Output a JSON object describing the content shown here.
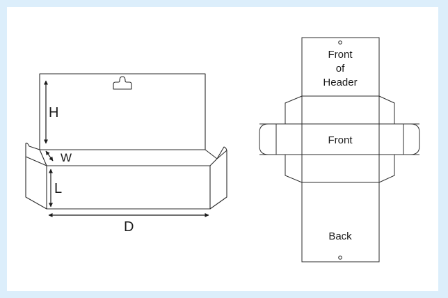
{
  "colors": {
    "page_background": "#dceefb",
    "panel_background": "#ffffff",
    "line": "#2b2b2b"
  },
  "box_diagram": {
    "dimension_labels": {
      "height": "H",
      "width": "W",
      "length": "L",
      "depth": "D"
    }
  },
  "dieline_diagram": {
    "panel_labels": {
      "front_of_header_line1": "Front",
      "front_of_header_line2": "of",
      "front_of_header_line3": "Header",
      "front": "Front",
      "back": "Back"
    }
  }
}
